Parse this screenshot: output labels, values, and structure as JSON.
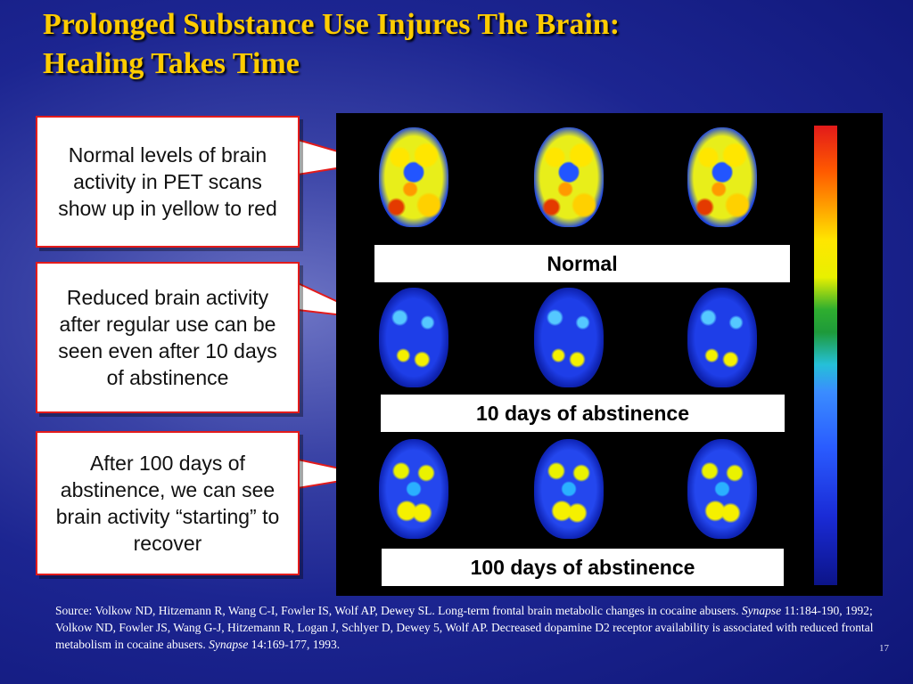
{
  "slide": {
    "title_line1": "Prolonged Substance Use Injures The Brain:",
    "title_line2": "Healing Takes Time",
    "callouts": [
      "Normal levels of brain activity in PET scans show up in yellow to red",
      "Reduced brain activity after regular use can be seen even after 10 days of abstinence",
      "After 100 days of abstinence, we can see brain activity “starting” to recover"
    ],
    "row_labels": [
      "Normal",
      "10 days of abstinence",
      "100 days of abstinence"
    ],
    "source": {
      "part1": "Source: Volkow ND, Hitzemann R, Wang C-I, Fowler IS, Wolf AP, Dewey SL. Long-term frontal brain metabolic changes in cocaine abusers.",
      "journal1": "Synapse",
      "part2": "11:184-190, 1992; Volkow ND, Fowler JS, Wang G-J, Hitzemann R, Logan J, Schlyer D, Dewey 5, Wolf AP. Decreased dopamine D2 receptor availability is associated with reduced frontal metabolism in cocaine abusers.",
      "journal2": "Synapse",
      "part3": "14:169-177, 1993."
    },
    "page_number": "17"
  },
  "colors": {
    "title": "#ffcc00",
    "callout_border": "#e31b1b",
    "background": "#1c2591"
  }
}
